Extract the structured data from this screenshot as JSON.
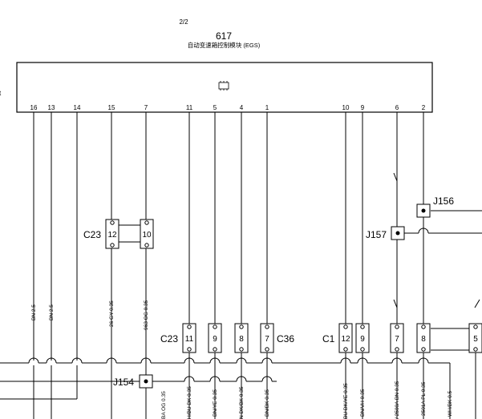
{
  "header": {
    "page": "2/2",
    "module_number": "617",
    "module_name": "自动变速箱控制模块 (EGS)",
    "edge_fragment": "t"
  },
  "module_pins": [
    "16",
    "13",
    "14",
    "15",
    "7",
    "11",
    "5",
    "4",
    "1",
    "10",
    "9",
    "6",
    "2"
  ],
  "connectors": [
    {
      "name": "C23",
      "pins": [
        "12",
        "10"
      ]
    },
    {
      "name": "C23",
      "pins": [
        "11",
        "9"
      ]
    },
    {
      "name": "C36",
      "pins": [
        "8",
        "7"
      ]
    },
    {
      "name": "C1",
      "pins": [
        "12",
        "9"
      ]
    },
    {
      "name": "",
      "pins": [
        "7",
        "8"
      ]
    },
    {
      "name": "",
      "pins": [
        "5"
      ]
    }
  ],
  "junctions": [
    "J154",
    "J156",
    "J157"
  ],
  "wire_labels": [
    "BN 2.5",
    "BN 2.5",
    "26 GY 0.35",
    "963 OG 0.35",
    "BN/YE 0.35",
    "BN/BK 0.35",
    "BN/VH 0.35",
    "WH/BK 0.5"
  ],
  "wire_labels_clipped": [
    "BA OG 0.35",
    "H/BU DK 0.35",
    "N DK/BK 0.35",
    "BU DK/YE 0.35",
    "/ 2500A BN 0.35",
    "- 2501A PL 0.35"
  ]
}
